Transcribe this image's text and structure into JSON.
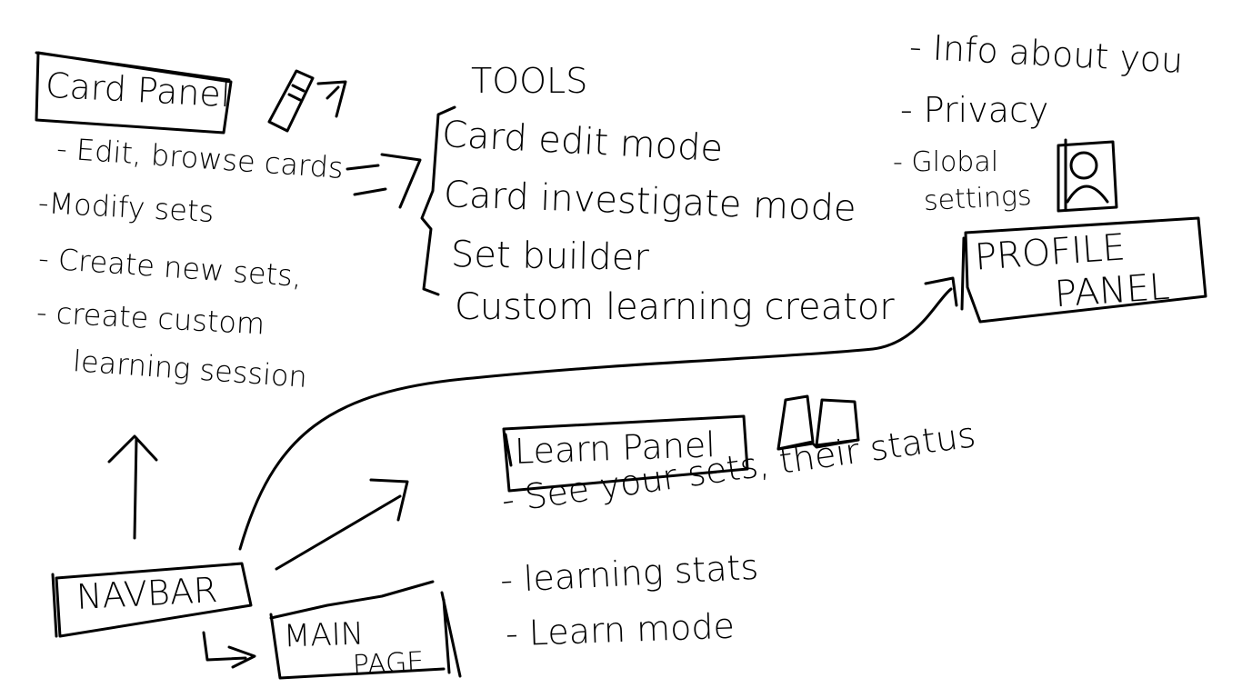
{
  "card_panel": {
    "title": "Card Panel",
    "items": [
      "- Edit, browse cards",
      "-Modify sets",
      "- Create new sets,",
      "- create custom",
      "learning session"
    ],
    "icon": "cards-icon"
  },
  "tools": {
    "title": "TOOLS",
    "items": [
      "Card edit mode",
      "Card investigate mode",
      "Set builder",
      "Custom learning creator"
    ]
  },
  "profile": {
    "items": [
      "- Info about you",
      "- Privacy",
      "- Global",
      "settings"
    ],
    "panel_title_line1": "PROFILE",
    "panel_title_line2": "PANEL",
    "icon": "person-icon"
  },
  "learn_panel": {
    "title": "Learn Panel",
    "items": [
      "- See your sets, their status",
      "- learning stats",
      "- Learn mode"
    ],
    "icon": "open-book-icon"
  },
  "navbar": {
    "label": "NAVBAR"
  },
  "main_page": {
    "line1": "MAIN",
    "line2": "PAGE"
  }
}
